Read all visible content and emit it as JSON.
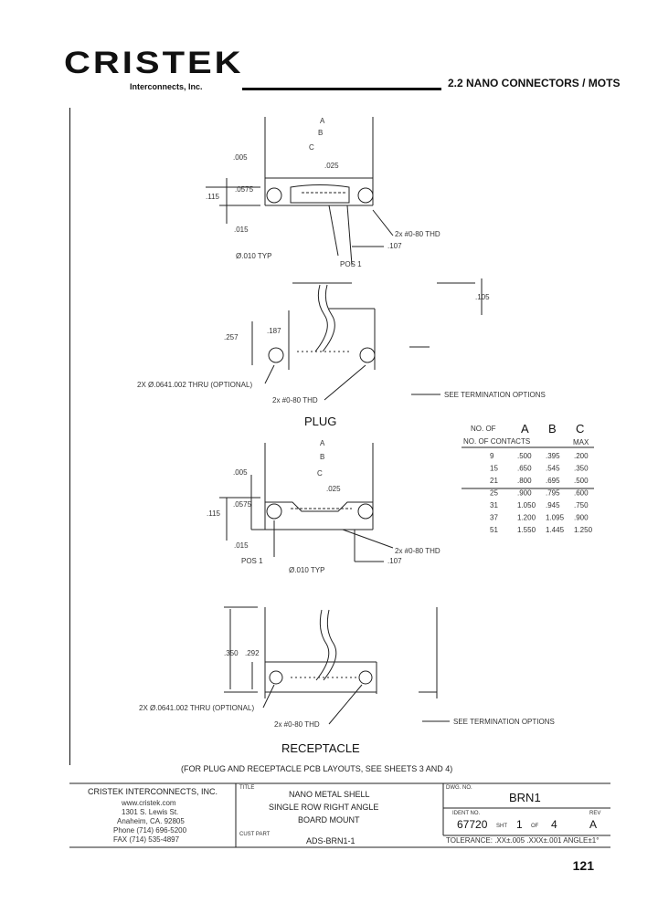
{
  "header": {
    "logo": "CRISTEK",
    "logo_sub": "Interconnects, Inc.",
    "title": "2.2 NANO CONNECTORS / MOTS"
  },
  "plug": {
    "dim_a": "A",
    "dim_b": "B",
    "dim_c": "C",
    "d005": ".005",
    "d025": ".025",
    "d0575": ".0575",
    "d115": ".115",
    "d015": ".015",
    "holes": "2x #0-80 THD",
    "d107": ".107",
    "pos1": "POS 1",
    "typ": "Ø.010 TYP",
    "d105": ".105",
    "d257": ".257",
    "d187": ".187",
    "opt": "2X Ø.0641.002 THRU (OPTIONAL)",
    "thd": "2x #0-80 THD",
    "term": "SEE TERMINATION OPTIONS",
    "label": "PLUG"
  },
  "table": {
    "headers": [
      "NO. OF CONTACTS",
      "A",
      "B",
      "C",
      "MAX"
    ],
    "rows": [
      [
        "9",
        ".500",
        ".395",
        ".200"
      ],
      [
        "15",
        ".650",
        ".545",
        ".350"
      ],
      [
        "21",
        ".800",
        ".695",
        ".500"
      ],
      [
        "25",
        ".900",
        ".795",
        ".600"
      ],
      [
        "31",
        "1.050",
        ".945",
        ".750"
      ],
      [
        "37",
        "1.200",
        "1.095",
        ".900"
      ],
      [
        "51",
        "1.550",
        "1.445",
        "1.250"
      ]
    ]
  },
  "receptacle": {
    "dim_a": "A",
    "dim_b": "B",
    "dim_c": "C",
    "d005": ".005",
    "d025": ".025",
    "d0575": ".0575",
    "d115": ".115",
    "d015": ".015",
    "holes": "2x #0-80 THD",
    "pos1": "POS 1",
    "typ": "Ø.010 TYP",
    "d107": ".107",
    "d350": ".350",
    "d292": ".292",
    "opt": "2X Ø.0641.002 THRU (OPTIONAL)",
    "thd": "2x #0-80 THD",
    "term": "SEE TERMINATION OPTIONS",
    "label": "RECEPTACLE"
  },
  "note": "(FOR PLUG AND RECEPTACLE PCB LAYOUTS, SEE SHEETS 3 AND 4)",
  "titleblock": {
    "company": "CRISTEK INTERCONNECTS, INC.",
    "web": "www.cristek.com",
    "addr1": "1301 S. Lewis St.",
    "addr2": "Anaheim, CA. 92805",
    "phone": "Phone (714) 696-5200",
    "fax": "FAX (714) 535-4897",
    "title_lbl": "TITLE",
    "title1": "NANO METAL SHELL",
    "title2": "SINGLE ROW RIGHT ANGLE",
    "title3": "BOARD MOUNT",
    "partno_lbl": "CUST PART",
    "partno": "ADS-BRN1-1",
    "dwg_lbl": "DWG. NO.",
    "dwg": "BRN1",
    "ident_lbl": "IDENT NO.",
    "ident": "67720",
    "sht_lbl": "SHT",
    "sht": "1",
    "of_lbl": "OF",
    "of": "4",
    "rev_lbl": "REV",
    "rev": "A",
    "tol": "TOLERANCE: .XX±.005 .XXX±.001 ANGLE±1°"
  },
  "page_number": "121"
}
